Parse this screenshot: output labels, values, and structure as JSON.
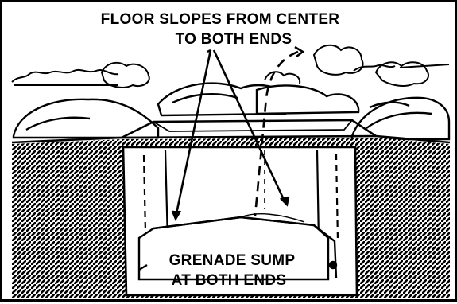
{
  "labels": {
    "top_line1": "FLOOR SLOPES FROM CENTER",
    "top_line2": "TO BOTH ENDS",
    "bottom_line1": "GRENADE SUMP",
    "bottom_line2": "AT BOTH ENDS"
  }
}
